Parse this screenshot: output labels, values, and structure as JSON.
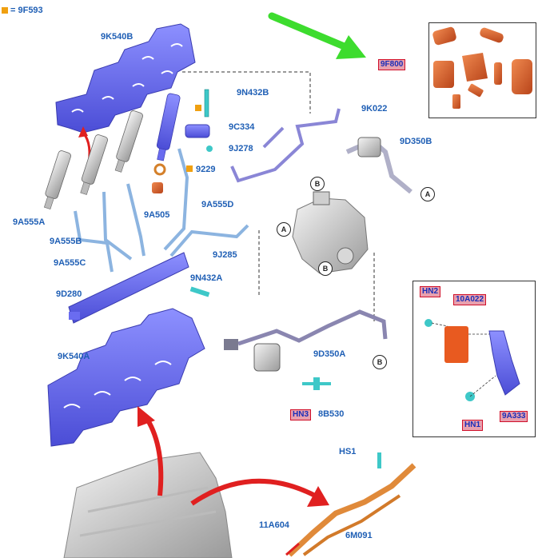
{
  "legend": {
    "symbol_color": "#f0a010",
    "text": "= 9F593"
  },
  "labels": {
    "heat_shield_upper": "9K540B",
    "clamp_bolt": "9N432B",
    "sensor": "9C334",
    "sensor_seal": "9J278",
    "washer": "9229",
    "seal": "9A505",
    "pipe_d": "9A555D",
    "pipe_a": "9A555A",
    "pipe_b": "9A555B",
    "pipe_c": "9A555C",
    "fuel_rail": "9D280",
    "pipe_j": "9J285",
    "rail_bolt": "9N432A",
    "heat_shield_lower": "9K540A",
    "return_hose": "9K022",
    "supply_hose_b": "9D350B",
    "supply_hose_a": "9D350A",
    "connector_kit": "9F800",
    "fitting": "8B530",
    "bolt_hs1": "HS1",
    "bracket": "11A604",
    "harness_tube": "6M091"
  },
  "inset_labels": {
    "top_left": "HN2",
    "top_mid": "10A022",
    "bottom_mid": "HN1",
    "bottom_right": "9A333",
    "fitting_code": "HN3"
  },
  "callouts": [
    "A",
    "B",
    "A",
    "B",
    "B"
  ],
  "colors": {
    "part_blue": "#6a6cf0",
    "pipe_blue": "#8cb4e0",
    "accent_red": "#e02020",
    "accent_green": "#3ddc2e",
    "part_orange": "#d45a28",
    "label_blue": "#1f5fb5"
  }
}
